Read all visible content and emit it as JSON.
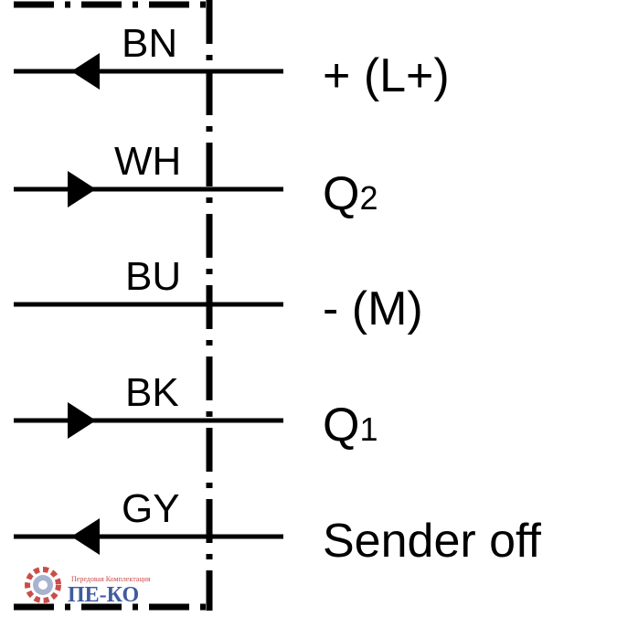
{
  "wires": [
    {
      "code": "BN",
      "signal": "+ (L+)",
      "signal_sub": "",
      "direction": "in"
    },
    {
      "code": "WH",
      "signal": "Q",
      "signal_sub": "2",
      "direction": "out"
    },
    {
      "code": "BU",
      "signal": "- (M)",
      "signal_sub": "",
      "direction": "none"
    },
    {
      "code": "BK",
      "signal": "Q",
      "signal_sub": "1",
      "direction": "out"
    },
    {
      "code": "GY",
      "signal": "Sender off",
      "signal_sub": "",
      "direction": "in"
    }
  ],
  "logo": {
    "tagline": "Передовая Комплектация",
    "name": "ПЕ-КО",
    "icon": "gear-icon"
  },
  "colors": {
    "line": "#000000",
    "logo_red": "#c0302a",
    "logo_blue": "#1f3f8f"
  }
}
